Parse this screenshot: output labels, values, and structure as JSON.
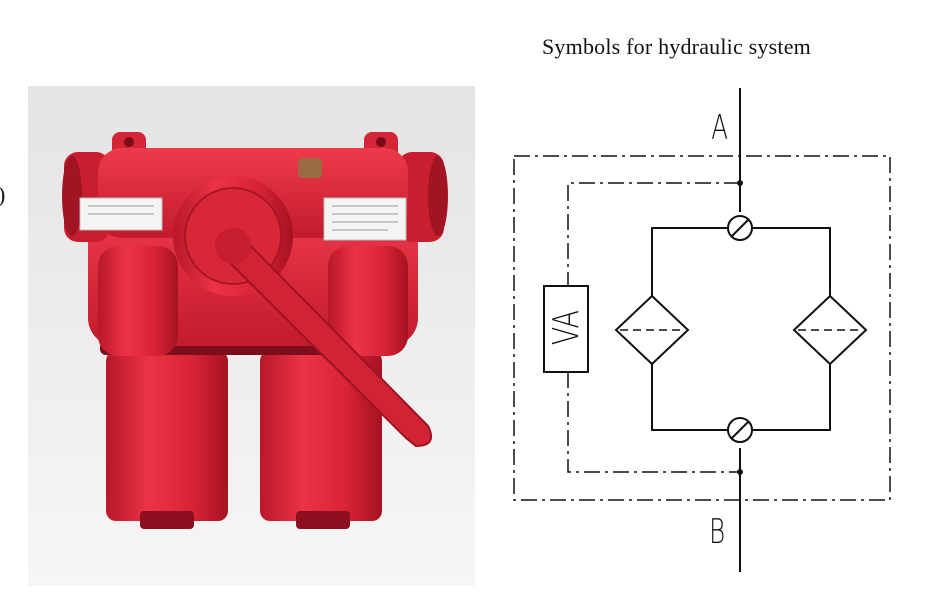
{
  "edge_mark": ")",
  "diagram": {
    "title": "Symbols for hydraulic system",
    "port_a": "A",
    "port_b": "B",
    "indicator_label": "VA"
  },
  "colors": {
    "filter_red": "#e0283a",
    "line": "#111111",
    "photo_bg": "#e9e9e9"
  }
}
